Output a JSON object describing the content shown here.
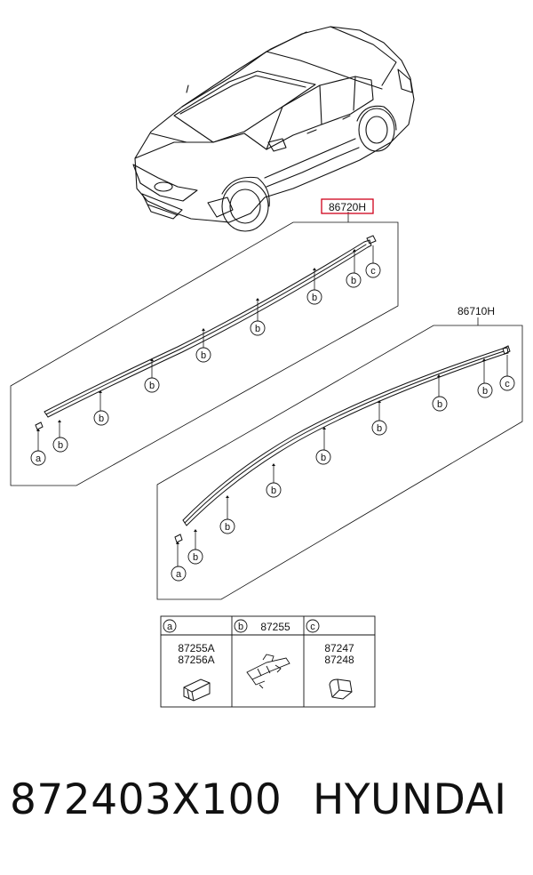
{
  "callouts": {
    "upper_assembly": "86720H",
    "lower_assembly": "86710H"
  },
  "markers": {
    "a": "a",
    "b": "b",
    "c": "c"
  },
  "legend": {
    "cells": [
      {
        "letter": "a",
        "header_part": "",
        "parts": [
          "87255A",
          "87256A"
        ]
      },
      {
        "letter": "b",
        "header_part": "87255",
        "parts": []
      },
      {
        "letter": "c",
        "header_part": "",
        "parts": [
          "87247",
          "87248"
        ]
      }
    ]
  },
  "footer": {
    "part_number": "872403X100",
    "brand": "HYUNDAI"
  },
  "colors": {
    "line": "#111111",
    "highlight_box": "#d0021b"
  }
}
